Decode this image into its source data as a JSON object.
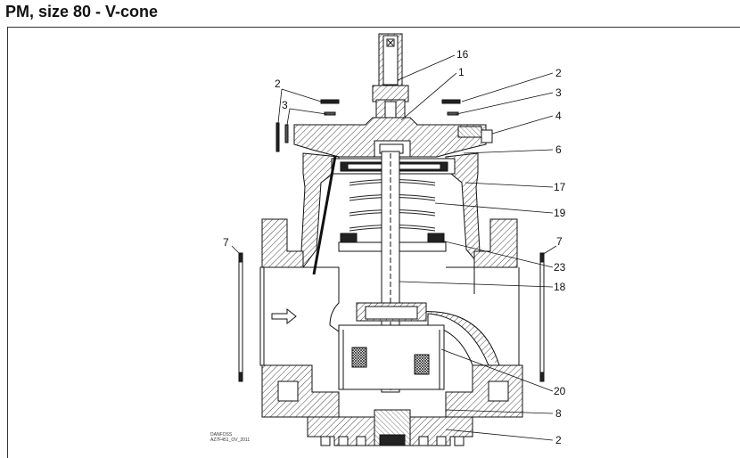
{
  "page": {
    "title_partial": "PM, size 80 - V-cone",
    "title_top_partial": ""
  },
  "diagram": {
    "callouts": [
      "16",
      "1",
      "2",
      "3",
      "4",
      "6",
      "17",
      "19",
      "23",
      "18",
      "20",
      "8",
      "2",
      "2",
      "3",
      "7",
      "7"
    ],
    "stamp_line1": "DANFOSS",
    "stamp_line2": "AZ7F451_OV_2011"
  }
}
